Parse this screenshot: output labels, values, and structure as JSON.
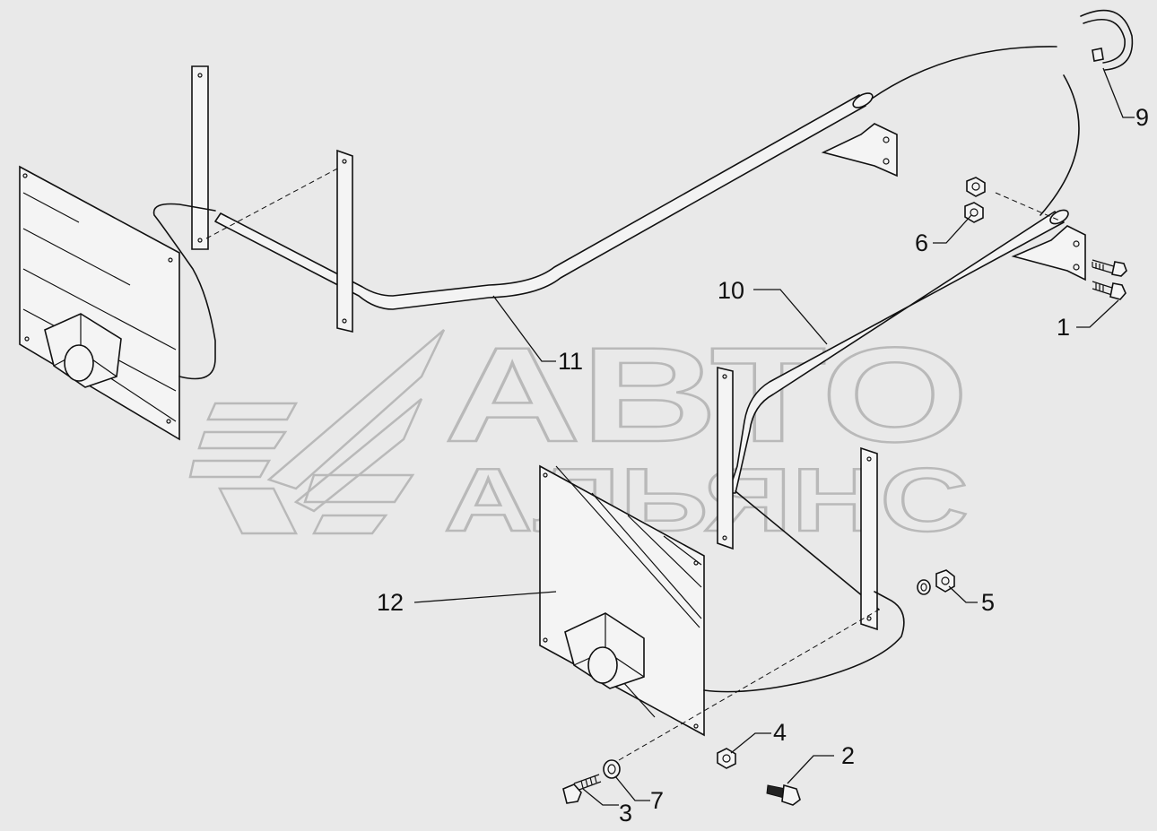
{
  "watermark": {
    "line1": "АВТО",
    "line2": "АЛЬЯНС",
    "color": "#b9b9b9"
  },
  "callouts": [
    {
      "id": "1",
      "label": "1"
    },
    {
      "id": "2",
      "label": "2"
    },
    {
      "id": "3",
      "label": "3"
    },
    {
      "id": "4",
      "label": "4"
    },
    {
      "id": "5",
      "label": "5"
    },
    {
      "id": "6",
      "label": "6"
    },
    {
      "id": "7",
      "label": "7"
    },
    {
      "id": "9",
      "label": "9"
    },
    {
      "id": "10",
      "label": "10"
    },
    {
      "id": "11",
      "label": "11"
    },
    {
      "id": "12",
      "label": "12"
    }
  ],
  "colors": {
    "background": "#e9e9e9",
    "ink": "#111111",
    "part_fill": "#f3f3f3"
  }
}
